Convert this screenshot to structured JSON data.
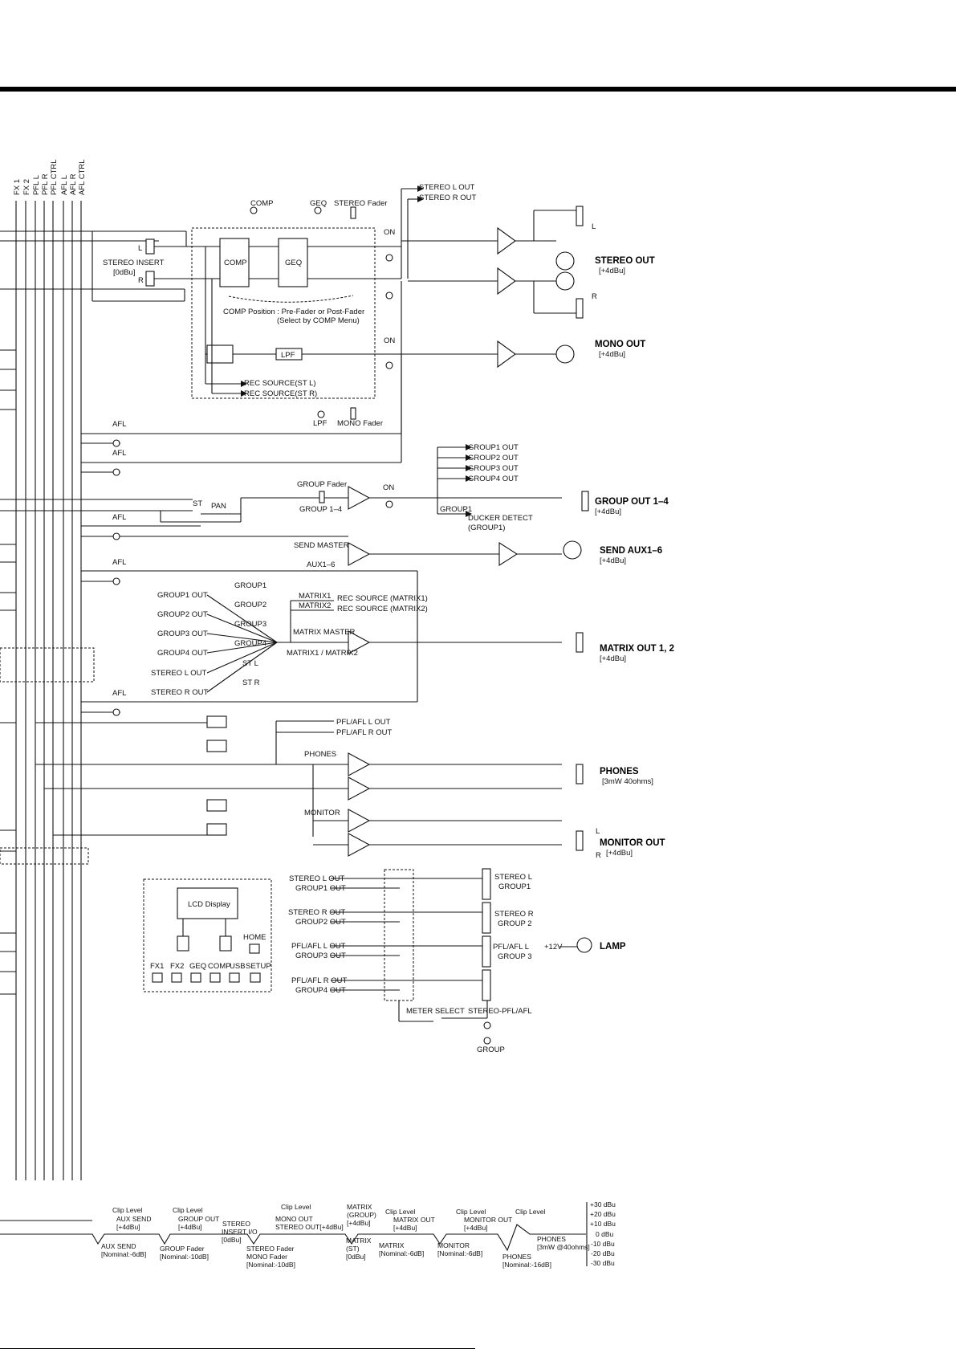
{
  "bus_labels": [
    "FX 1",
    "FX 2",
    "PFL L",
    "PFL R",
    "PFL CTRL",
    "AFL L",
    "AFL R",
    "AFL CTRL"
  ],
  "stereo_section": {
    "out_l": "STEREO L OUT",
    "out_r": "STEREO R OUT",
    "comp": "COMP",
    "geq": "GEQ",
    "stereo_fader": "STEREO Fader",
    "insert": "STEREO INSERT",
    "insert_level": "[0dBu]",
    "ch_l": "L",
    "ch_r": "R",
    "comp_box": "COMP",
    "geq_box": "GEQ",
    "on": "ON",
    "comp_pos1": "COMP Position : Pre-Fader or Post-Fader",
    "comp_pos2": "(Select by COMP Menu)",
    "lpf_box": "LPF",
    "rec_l": "REC SOURCE(ST L)",
    "rec_r": "REC SOURCE(ST R)",
    "lpf": "LPF",
    "mono_fader": "MONO Fader",
    "on2": "ON"
  },
  "outputs": {
    "stereo_out": "STEREO OUT",
    "stereo_out_level": "[+4dBu]",
    "l": "L",
    "r": "R",
    "mono_out": "MONO OUT",
    "mono_out_level": "[+4dBu]",
    "group_out": "GROUP OUT 1–4",
    "group_out_level": "[+4dBu]",
    "send_aux": "SEND AUX1–6",
    "send_aux_level": "[+4dBu]",
    "matrix_out": "MATRIX OUT 1, 2",
    "matrix_out_level": "[+4dBu]",
    "phones": "PHONES",
    "phones_level": "[3mW 40ohms]",
    "monitor_out": "MONITOR OUT",
    "monitor_out_level": "[+4dBu]",
    "mon_l": "L",
    "mon_r": "R",
    "lamp": "LAMP",
    "lamp_v": "+12V"
  },
  "afl": "AFL",
  "group_section": {
    "outs": [
      "GROUP1 OUT",
      "GROUP2 OUT",
      "GROUP3 OUT",
      "GROUP4 OUT"
    ],
    "group_fader": "GROUP Fader",
    "group_1_4": "GROUP 1–4",
    "on": "ON",
    "st": "ST",
    "pan": "PAN",
    "group1": "GROUP1",
    "ducker": "DUCKER DETECT",
    "ducker_group": "(GROUP1)"
  },
  "aux_section": {
    "send_master": "SEND MASTER",
    "aux": "AUX1–6"
  },
  "matrix_section": {
    "inputs": [
      "GROUP1 OUT",
      "GROUP2 OUT",
      "GROUP3 OUT",
      "GROUP4 OUT",
      "STEREO L OUT",
      "STEREO R OUT"
    ],
    "knobs": [
      "GROUP1",
      "GROUP2",
      "GROUP3",
      "GROUP4",
      "ST L",
      "ST R"
    ],
    "matrix1": "MATRIX1",
    "matrix2": "MATRIX2",
    "rec1": "REC SOURCE (MATRIX1)",
    "rec2": "REC SOURCE (MATRIX2)",
    "master": "MATRIX MASTER",
    "m12": "MATRIX1 / MATRIX2"
  },
  "monitor_section": {
    "pfl_l": "PFL/AFL  L OUT",
    "pfl_r": "PFL/AFL  R OUT",
    "phones": "PHONES",
    "monitor": "MONITOR"
  },
  "lcd": {
    "display": "LCD Display",
    "home": "HOME",
    "buttons": [
      "FX1",
      "FX2",
      "GEQ",
      "COMP",
      "USB",
      "SETUP"
    ]
  },
  "meter": {
    "inputs": [
      "STEREO L OUT",
      "GROUP1 OUT",
      "STEREO R OUT",
      "GROUP2 OUT",
      "PFL/AFL L OUT",
      "GROUP3 OUT",
      "PFL/AFL R OUT",
      "GROUP4 OUT"
    ],
    "labels": [
      "STEREO L",
      "GROUP1",
      "STEREO R",
      "GROUP 2",
      "PFL/AFL L",
      "GROUP 3"
    ],
    "select": "METER SELECT",
    "stereo_pfl": "STEREO-PFL/AFL",
    "group": "GROUP"
  },
  "level_diagram": {
    "clip": [
      "Clip Level",
      "Clip Level",
      "Clip Level",
      "Clip Level",
      "Clip Level",
      "Clip Level"
    ],
    "aux_send_out": "AUX SEND",
    "aux_send_out_level": "[+4dBu]",
    "group_out": "GROUP OUT",
    "group_out_level": "[+4dBu]",
    "stereo_insert": "STEREO",
    "stereo_insert2": "INSERT I/O",
    "stereo_insert3": "[0dBu]",
    "mono_out": "MONO OUT",
    "stereo_out": "STEREO OUT[+4dBu]",
    "matrix_group": "MATRIX",
    "matrix_group2": "(GROUP)",
    "matrix_group3": "[+4dBu]",
    "matrix_out": "MATRIX OUT",
    "matrix_out_level": "[+4dBu]",
    "monitor_out": "MONITOR OUT",
    "monitor_out_level": "[+4dBu]",
    "phones_out": "PHONES",
    "phones_out_level": "[3mW @40ohms]",
    "aux_send": "AUX SEND",
    "aux_send_nom": "[Nominal:-6dB]",
    "group_fader": "GROUP Fader",
    "group_fader_nom": "[Nominal:-10dB]",
    "stereo_fader": "STEREO Fader",
    "mono_fader": "MONO Fader",
    "fader_nom": "[Nominal:-10dB]",
    "matrix_st": "MATRIX",
    "matrix_st2": "(ST)",
    "matrix_st3": "[0dBu]",
    "matrix": "MATRIX",
    "matrix_nom": "[Nominal:-6dB]",
    "monitor": "MONITOR",
    "monitor_nom": "[Nominal:-6dB]",
    "phones": "PHONES",
    "phones_nom": "[Nominal:-16dB]",
    "scale": [
      "+30 dBu",
      "+20 dBu",
      "+10 dBu",
      "0 dBu",
      "-10 dBu",
      "-20 dBu",
      "-30 dBu"
    ]
  }
}
